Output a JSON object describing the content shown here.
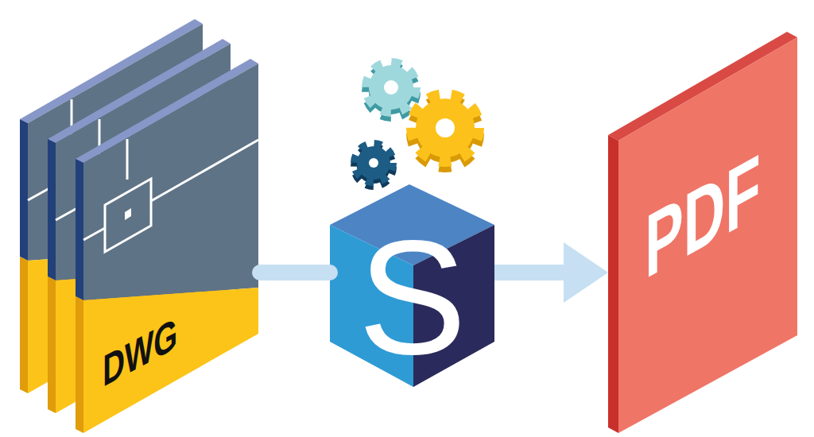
{
  "diagram": {
    "nodes": [
      {
        "text": [
          "DWG"
        ]
      },
      {
        "text": [
          "S"
        ]
      },
      {
        "text": [
          "PDF"
        ]
      }
    ],
    "edges": [
      {
        "from": 0,
        "to": 1,
        "arrow": "none"
      },
      {
        "from": 1,
        "to": 2,
        "arrow": "to"
      }
    ]
  }
}
